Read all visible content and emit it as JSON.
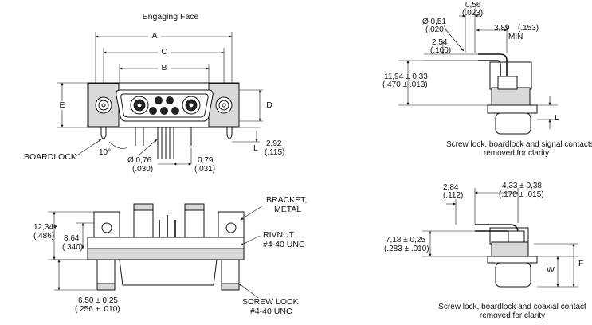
{
  "front_view": {
    "title": "Engaging Face",
    "dim_a": "A",
    "dim_b": "B",
    "dim_c": "C",
    "dim_d": "D",
    "dim_e": "E",
    "dim_l": "L",
    "boardlock_label": "BOARDLOCK",
    "angle": "10°",
    "hole_dia_mm": "Ø 0,76",
    "hole_dia_in": "(.030)",
    "pitch_mm": "0,79",
    "pitch_in": "(.031)",
    "height_mm": "2,92",
    "height_in": "(.115)"
  },
  "side_view_top": {
    "dim1_mm": "0,56",
    "dim1_in": "(.023)",
    "dim2_mm": "Ø 0,51",
    "dim2_in": "(.020)",
    "dim3_mm": "3,89",
    "dim3_in": "(.153)",
    "dim3_note": "MIN",
    "dim4_mm": "2,54",
    "dim4_in": "(.100)",
    "dim5_mm": "11,94 ± 0,33",
    "dim5_in": "(.470 ± .013)",
    "dim_l": "L",
    "caption_line1": "Screw lock, boardlock and signal contacts",
    "caption_line2": "removed for clarity"
  },
  "bottom_view": {
    "dim1_mm": "12,34",
    "dim1_mark": "♥",
    "dim1_in": "(.486)",
    "dim2_mm": "8,64",
    "dim2_in": "(.340)",
    "dim3_mm": "6,50 ± 0,25",
    "dim3_in": "(.256 ± .010)",
    "bracket_line1": "BRACKET,",
    "bracket_line2": "METAL",
    "rivnut_line1": "RIVNUT",
    "rivnut_line2": "#4-40 UNC",
    "screwlock_line1": "SCREW LOCK",
    "screwlock_line2": "#4-40 UNC"
  },
  "side_view_bottom": {
    "dim1_mm": "2,84",
    "dim1_in": "(.112)",
    "dim2_mm": "4,33 ± 0,38",
    "dim2_in": "(.170 ± .015)",
    "dim3_mm": "7,18 ± 0,25",
    "dim3_in": "(.283 ± .010)",
    "dim_w": "W",
    "dim_f": "F",
    "caption_line1": "Screw lock, boardlock and coaxial contact",
    "caption_line2": "removed for clarity"
  }
}
